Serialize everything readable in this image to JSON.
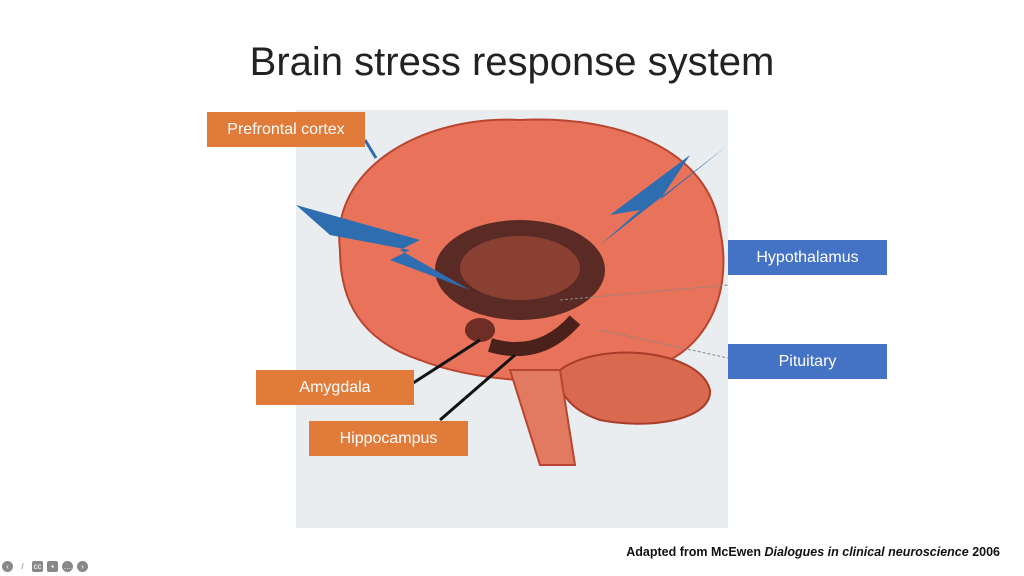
{
  "slide": {
    "title": "Brain stress response system",
    "labels": {
      "prefrontal": "Prefrontal cortex",
      "hypothalamus": "Hypothalamus",
      "pituitary": "Pituitary",
      "amygdala": "Amygdala",
      "hippocampus": "Hippocampus"
    },
    "caption": {
      "prefix": "Adapted from McEwen ",
      "journal": "Dialogues in clinical neuroscience",
      "year": " 2006"
    }
  },
  "controls": [
    "previous-icon",
    "pen-icon",
    "captions-icon",
    "camera-icon",
    "more-icon",
    "next-icon"
  ],
  "colors": {
    "orange": "#e07b39",
    "blue": "#4472c4",
    "brain": "#e8735a"
  }
}
